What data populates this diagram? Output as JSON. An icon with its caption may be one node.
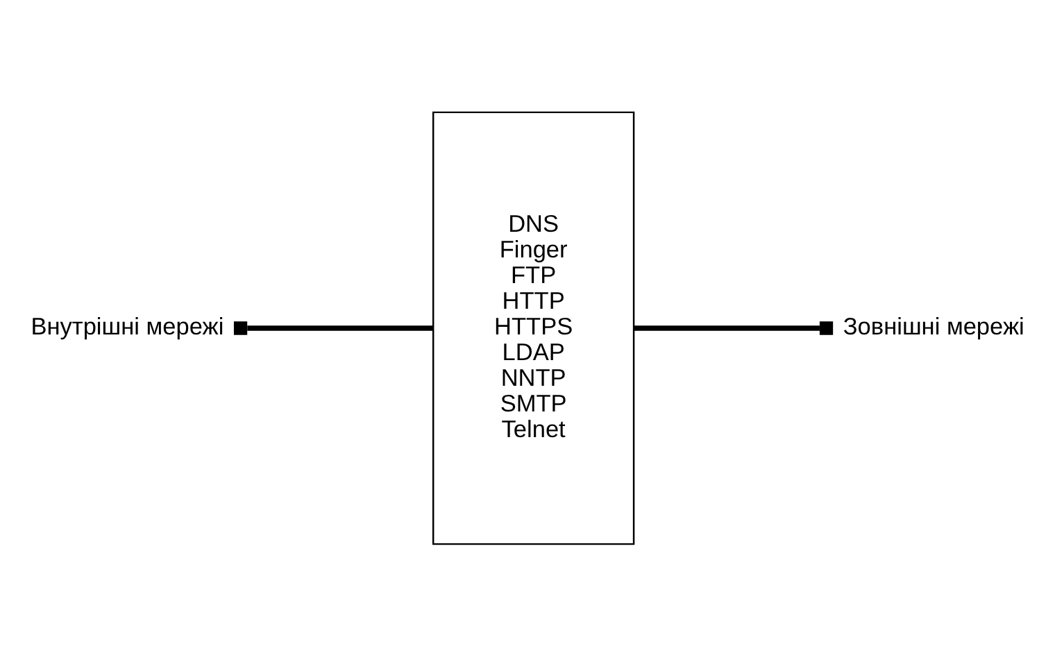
{
  "diagram": {
    "nodes": [
      {
        "text": [
          "Внутрішні мережі"
        ]
      },
      {
        "text": [
          "DNS",
          "Finger",
          "FTP",
          "HTTP",
          "HTTPS",
          "LDAP",
          "NNTP",
          "SMTP",
          "Telnet"
        ]
      },
      {
        "text": [
          "Зовнішні мережі"
        ]
      }
    ],
    "edges": [
      {
        "from": 0,
        "to": 1,
        "arrow": "other"
      },
      {
        "from": 1,
        "to": 2,
        "arrow": "other"
      }
    ]
  }
}
